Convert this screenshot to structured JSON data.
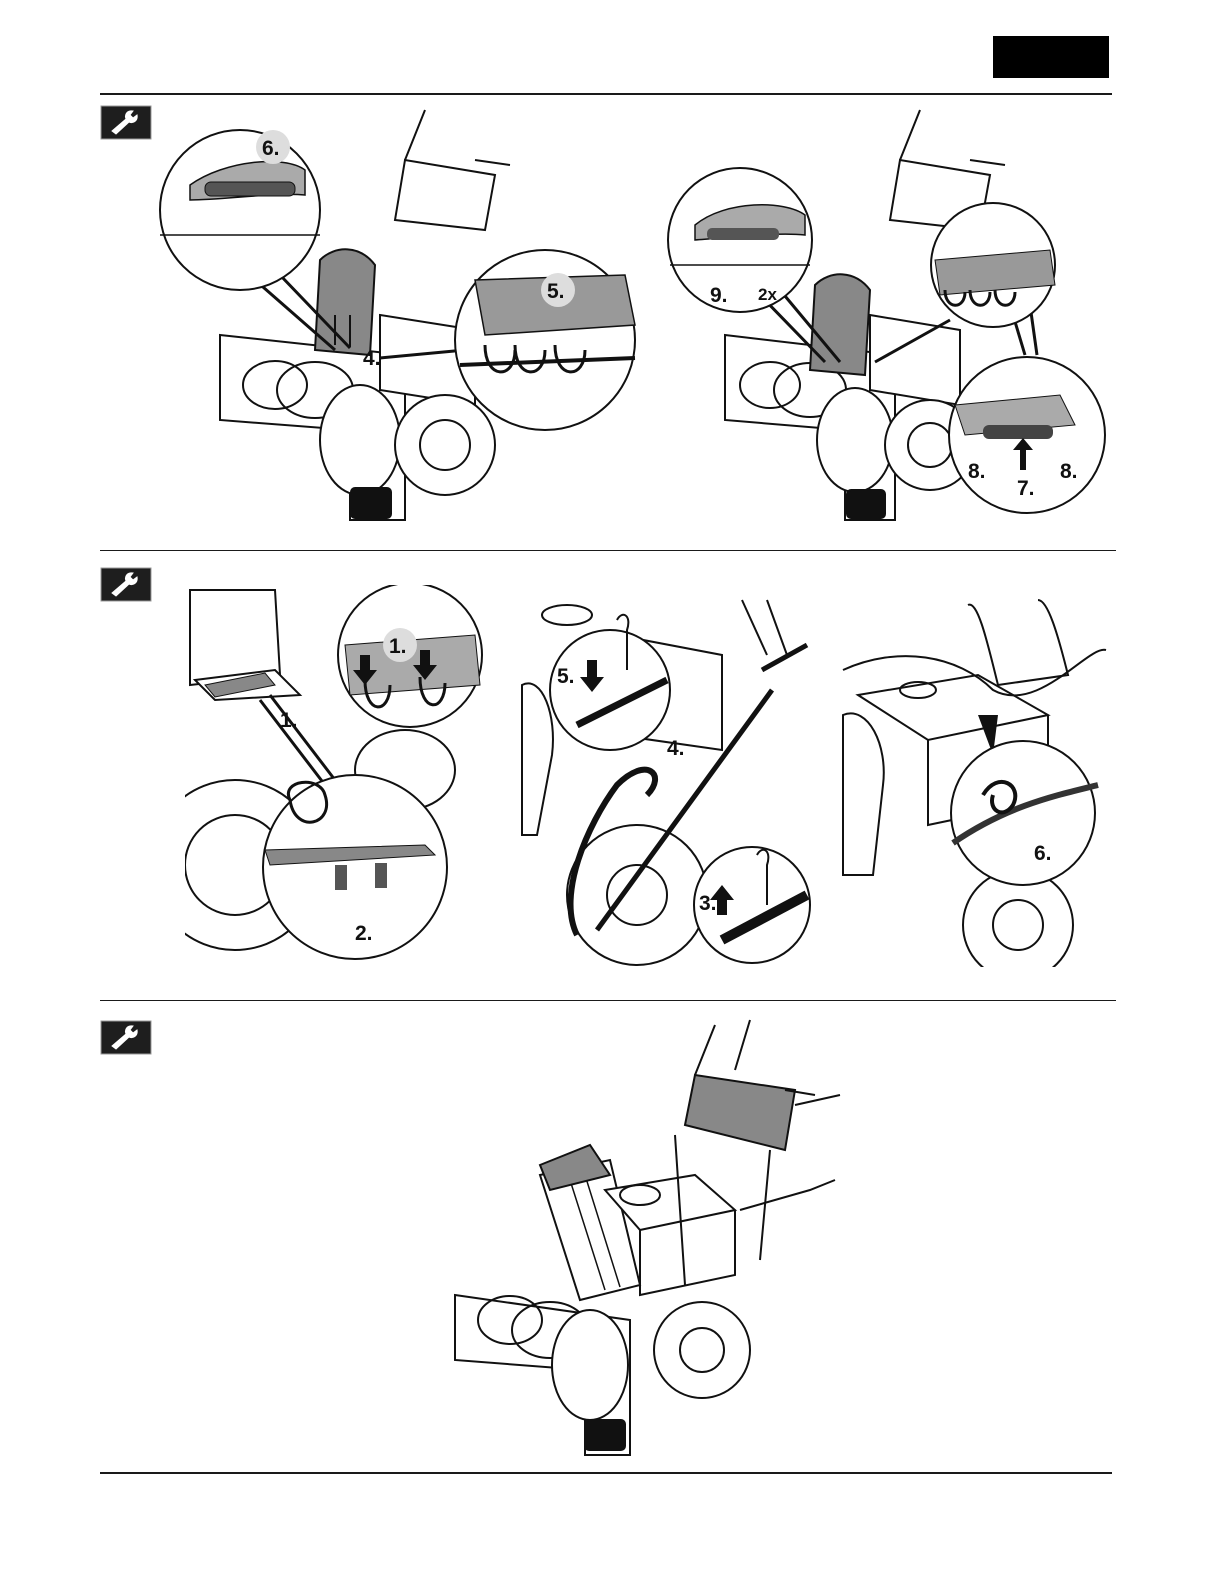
{
  "section1": {
    "left_steps": {
      "s6": "6.",
      "s5": "5.",
      "s4": "4."
    },
    "right_steps": {
      "s9": "9.",
      "times": "2x",
      "s8a": "8.",
      "s7": "7.",
      "s8b": "8."
    }
  },
  "section2": {
    "panel_a": {
      "s1a": "1.",
      "s1b": "1.",
      "s2": "2."
    },
    "panel_b": {
      "s5": "5.",
      "s4": "4.",
      "s3": "3."
    },
    "panel_c": {
      "s6": "6."
    }
  },
  "icons": {
    "section_icon": "wrench-icon"
  },
  "colors": {
    "ink": "#111111",
    "badge_bg": "#1e1e1e",
    "panel_gray": "#9a9a9a"
  }
}
